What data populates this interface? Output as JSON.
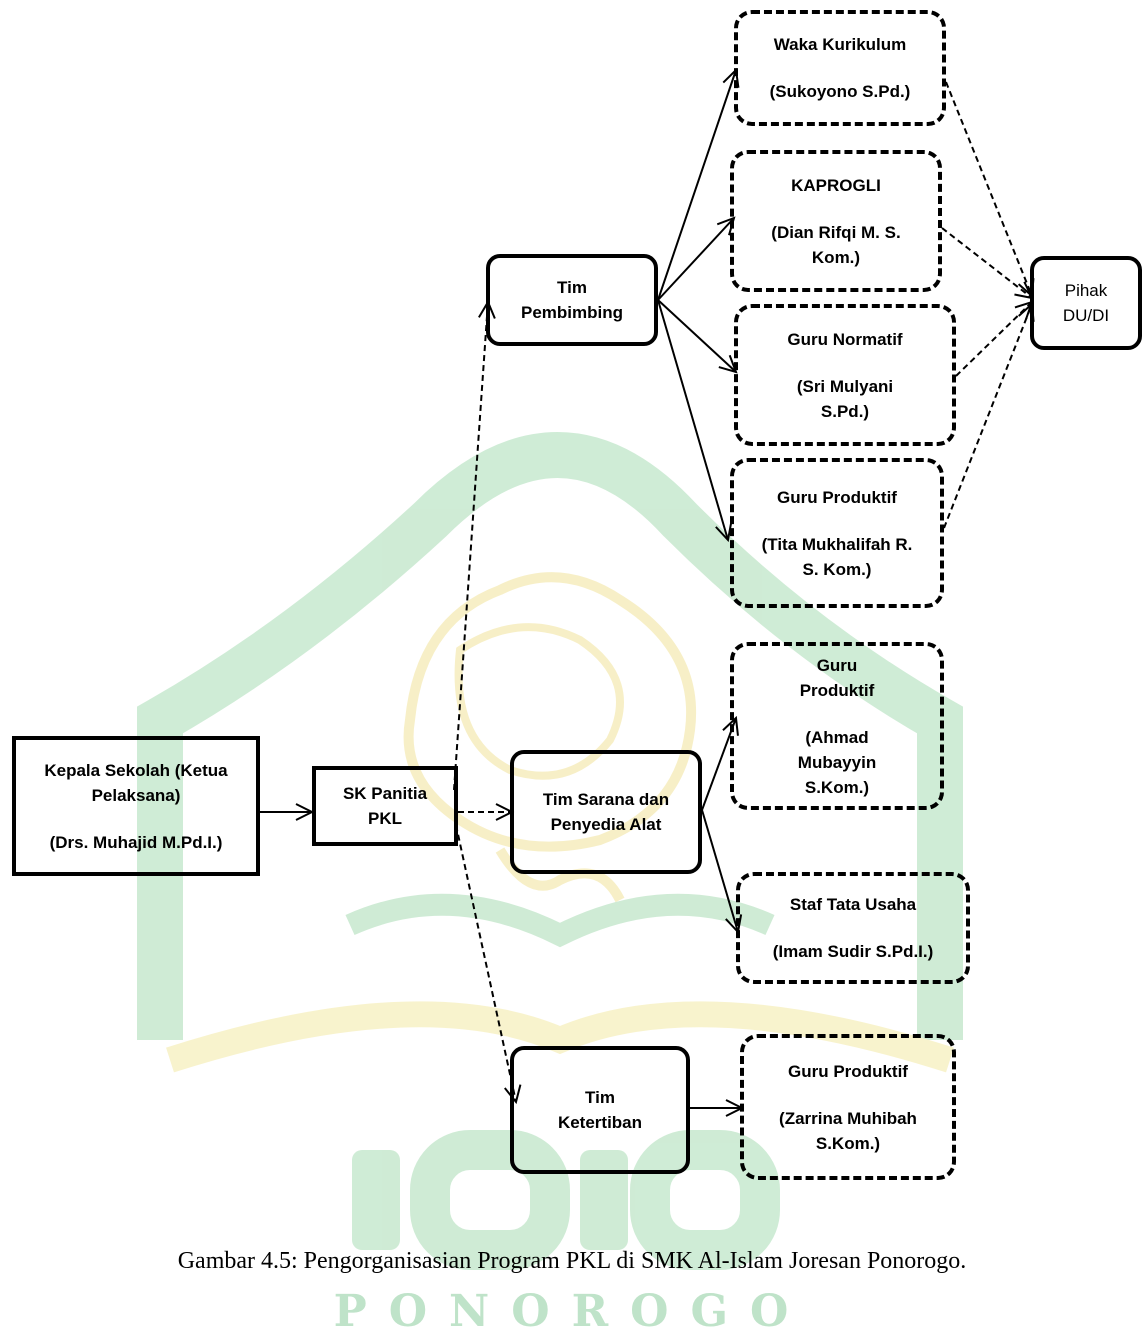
{
  "nodes": {
    "kepala": {
      "title": "Kepala Sekolah (Ketua Pelaksana)",
      "name": "(Drs. Muhajid M.Pd.I.)"
    },
    "sk": {
      "title": "SK Panitia PKL"
    },
    "pembimbing": {
      "title": "Tim Pembimbing"
    },
    "sarana": {
      "title": "Tim Sarana dan Penyedia Alat"
    },
    "ketertiban": {
      "title": "Tim Ketertiban"
    },
    "waka": {
      "title": "Waka Kurikulum",
      "name": "(Sukoyono S.Pd.)"
    },
    "kaprogli": {
      "title": "KAPROGLI",
      "name": "(Dian Rifqi M. S. Kom.)"
    },
    "normatif": {
      "title": "Guru Normatif",
      "name": "(Sri Mulyani S.Pd.)"
    },
    "produktif_tita": {
      "title": "Guru Produktif",
      "name": "(Tita Mukhalifah R. S. Kom.)"
    },
    "produktif_ahmad": {
      "title": "Guru Produktif",
      "name": "(Ahmad Mubayyin S.Kom.)"
    },
    "tata_usaha": {
      "title": "Staf Tata Usaha",
      "name": "(Imam Sudir S.Pd.I.)"
    },
    "produktif_zarrina": {
      "title": "Guru Produktif",
      "name": "(Zarrina Muhibah S.Kom.)"
    },
    "pihak": {
      "title": "Pihak DU/DI"
    }
  },
  "watermark": {
    "text": "PONOROGO"
  },
  "caption": "Gambar 4.5: Pengorganisasian Program PKL di SMK Al-Islam Joresan Ponorogo.",
  "colors": {
    "ink": "#000000",
    "watermark_green": "#bfe3c9",
    "watermark_yellow": "#f5ecb8"
  }
}
